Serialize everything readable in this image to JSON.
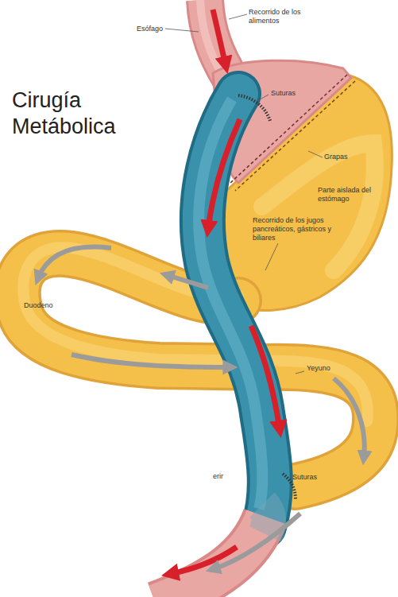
{
  "diagram": {
    "title": "Cirugía Metábolica",
    "labels": [
      "Esófago",
      "Recorrido de los alimentos",
      "Suturas",
      "Grapas",
      "Parte aislada del estómago",
      "Recorrido de los jugos pancreáticos, gástricos y biliares",
      "Duodeno",
      "Yeyuno",
      "erir",
      "Suturas"
    ]
  }
}
